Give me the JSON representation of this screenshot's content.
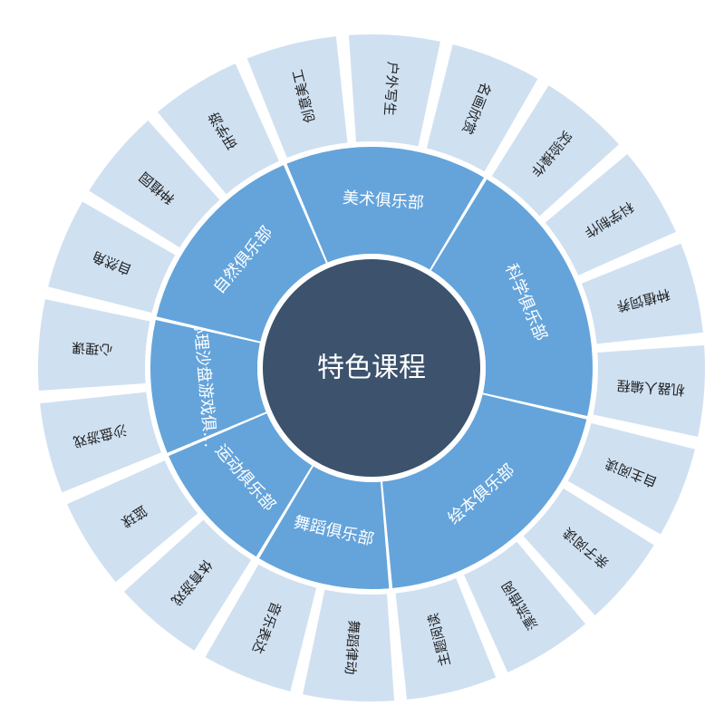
{
  "center": {
    "label": "特色课程"
  },
  "colors": {
    "center": "#3c526d",
    "inner": "#64a4db",
    "outer": "#cfe0f1",
    "stroke": "#ffffff",
    "inner_text": "#ffffff",
    "outer_text": "#1f1f1f",
    "center_text": "#ffffff"
  },
  "clubs": [
    {
      "name": "美术俱乐部",
      "items": [
        "创意美工",
        "户外写生",
        "名画欣赏"
      ]
    },
    {
      "name": "科学俱乐部",
      "items": [
        "实验操作",
        "科学制作",
        "种植饲养",
        "机器人编程"
      ]
    },
    {
      "name": "绘本俱乐部",
      "items": [
        "自主阅读",
        "亲子阅读",
        "漂流借阅",
        "主题阅读"
      ]
    },
    {
      "name": "舞蹈俱乐部",
      "items": [
        "舞蹈律动",
        "音乐表达"
      ]
    },
    {
      "name": "运动俱乐部",
      "items": [
        "体育游戏",
        "篮球"
      ]
    },
    {
      "name": "心理沙盘游戏俱…",
      "items": [
        "沙盘游戏",
        "心理课"
      ]
    },
    {
      "name": "自然俱乐部",
      "items": [
        "自然角",
        "种植园",
        "研学游"
      ]
    }
  ]
}
